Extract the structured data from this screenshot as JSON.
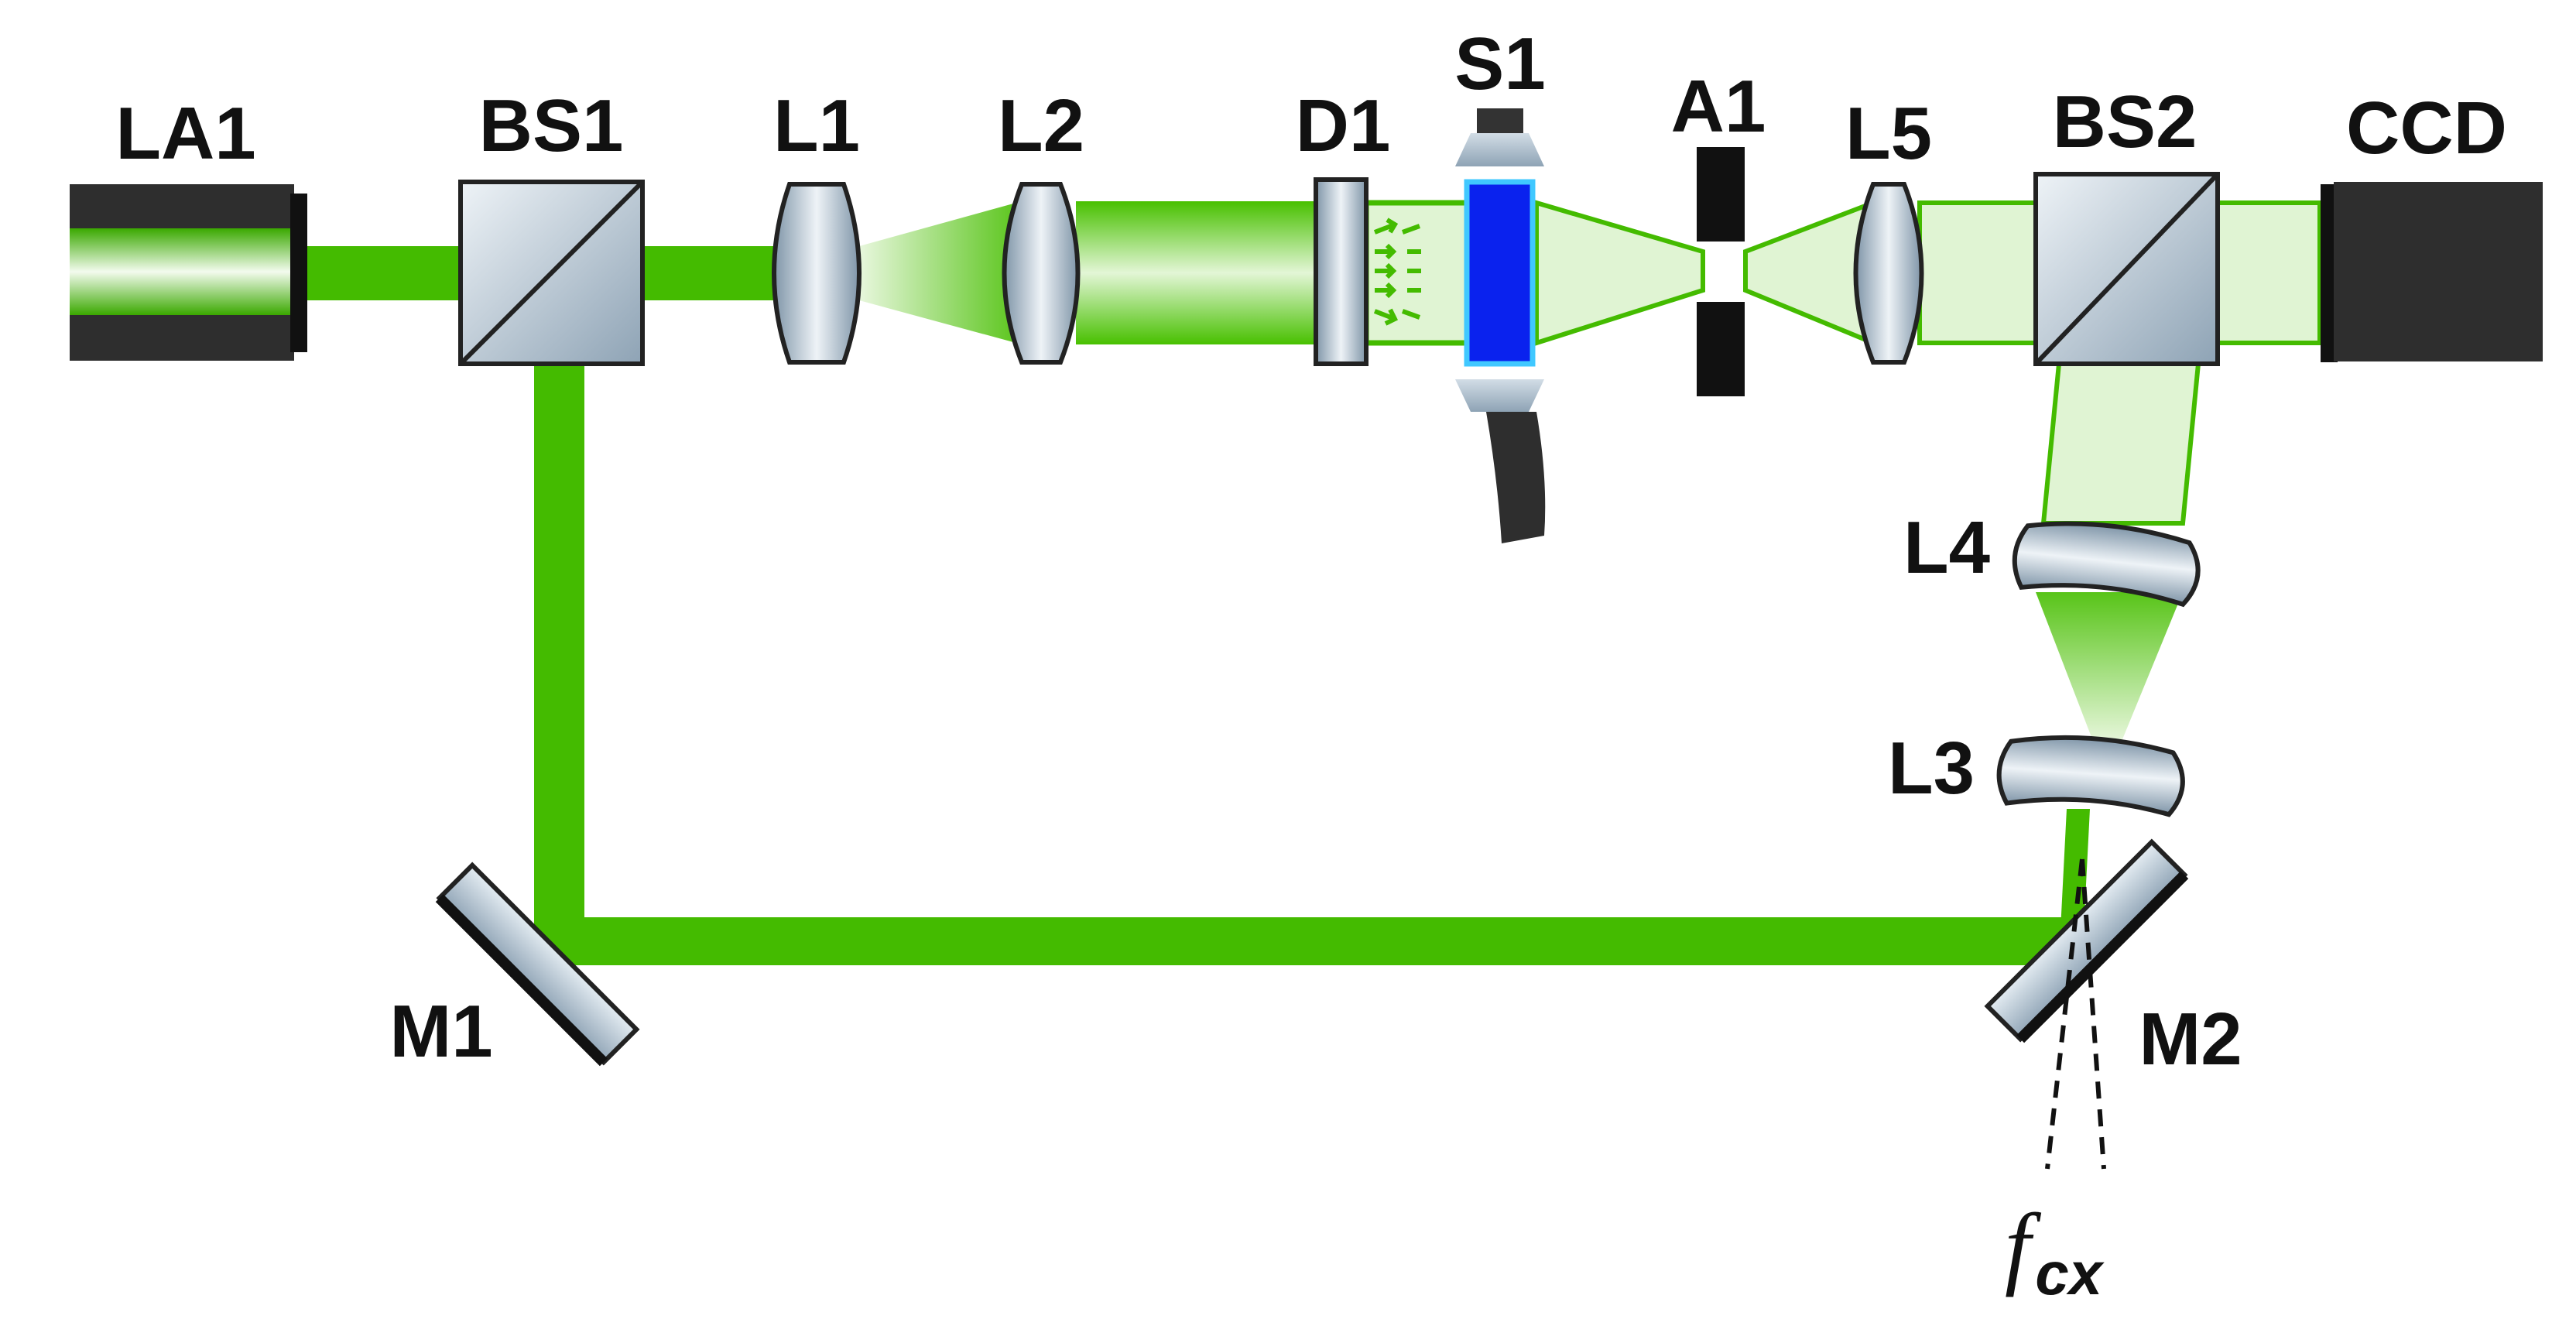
{
  "diagram": {
    "labels": {
      "la1": "LA1",
      "bs1": "BS1",
      "l1": "L1",
      "l2": "L2",
      "d1": "D1",
      "s1": "S1",
      "a1": "A1",
      "l5": "L5",
      "bs2": "BS2",
      "ccd": "CCD",
      "l4": "L4",
      "l3": "L3",
      "m1": "M1",
      "m2": "M2",
      "fcx_symbol": "f",
      "fcx_subscript": "cx"
    },
    "colors": {
      "beam": "#44bb00",
      "beam_light": "#d9f2cc",
      "glass_light": "#e6eef4",
      "glass_dark": "#7f95a8",
      "device_body": "#2e2e2e",
      "sample_cell": "#0a22ee",
      "text": "#111111"
    }
  }
}
